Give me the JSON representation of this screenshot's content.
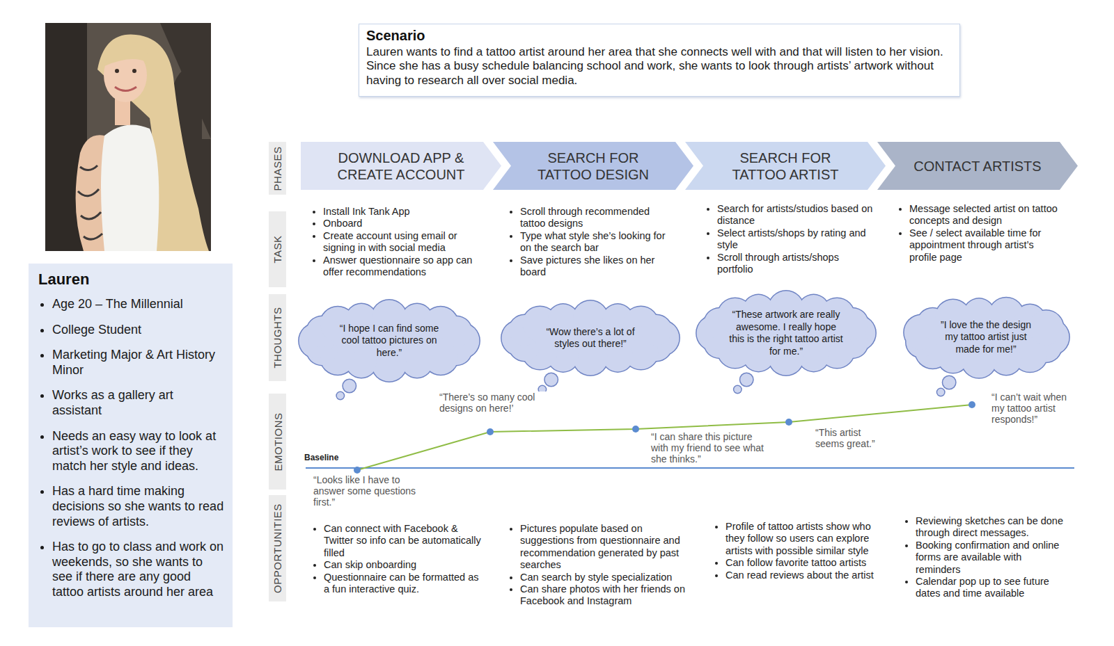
{
  "diagram": {
    "nodes": [
      {
        "text": [
          "Lauren",
          "Age 20 – The Millennial",
          "College Student",
          "Marketing Major & Art History Minor",
          "Works as a gallery art assistant",
          "Needs an easy way to look at artist’s work to see if they match her style and ideas.",
          "Has a hard time making decisions so she wants to read reviews of artists.",
          "Has to go to class and work on weekends, so she wants to see if there are any good tattoo artists around her area"
        ]
      },
      {
        "text": [
          "Scenario",
          "Lauren wants to find a tattoo artist around her area that she connects well with and that will listen to her vision. Since she has a busy schedule balancing school and work, she wants to look through artists’ artwork without having to research all over social media."
        ]
      },
      {
        "text": [
          "PHASES"
        ]
      },
      {
        "text": [
          "TASK"
        ]
      },
      {
        "text": [
          "THOUGHTS"
        ]
      },
      {
        "text": [
          "EMOTIONS"
        ]
      },
      {
        "text": [
          "OPPORTUNITIES"
        ]
      },
      {
        "text": [
          "DOWNLOAD APP & CREATE ACCOUNT"
        ]
      },
      {
        "text": [
          "SEARCH FOR TATTOO DESIGN"
        ]
      },
      {
        "text": [
          "SEARCH FOR TATTOO ARTIST"
        ]
      },
      {
        "text": [
          "CONTACT ARTISTS"
        ]
      },
      {
        "text": [
          "“I hope I can find some cool tattoo pictures on here.”"
        ]
      },
      {
        "text": [
          "“Wow there’s a lot of styles out there!”"
        ]
      },
      {
        "text": [
          "“These artwork are really awesome. I really hope this is the right tattoo artist for me.”"
        ]
      },
      {
        "text": [
          "”I love the the design my tattoo artist just made for me!”"
        ]
      }
    ],
    "labels": [
      "Install Ink Tank App",
      "Onboard",
      "Create account using email or signing in with social media",
      "Answer questionnaire so app can offer recommendations",
      "Scroll through recommended tattoo designs",
      "Type what style she’s looking for on the search bar",
      "Save pictures she likes on her board",
      "Search for artists/studios based on distance",
      "Select artists/shops by rating and style",
      "Scroll through artists/shops portfolio",
      "Message selected artist on tattoo concepts and design",
      "See / select available time for appointment through artist’s profile page",
      "Baseline",
      "“Looks like I have to answer some questions first.”",
      "“There’s so many cool designs on here!’",
      "“I can share this picture with my friend to see what she thinks.”",
      "“This artist seems great.”",
      "“I can’t wait when my tattoo artist responds!”",
      "Can connect with Facebook & Twitter so info can be automatically filled",
      "Can skip onboarding",
      "Questionnaire can be formatted as a fun interactive quiz.",
      "Pictures populate based on suggestions from questionnaire and recommendation generated by past searches",
      "Can search by style specialization",
      "Can share photos with her friends on Facebook and Instagram",
      "Profile of tattoo artists show who they follow so users can explore artists with possible similar style",
      "Can follow favorite tattoo artists",
      "Can read reviews about the artist",
      "Reviewing sketches can be done through direct messages.",
      "Booking confirmation and online forms are available with reminders",
      "Calendar pop up to see future dates and time available"
    ]
  }
}
